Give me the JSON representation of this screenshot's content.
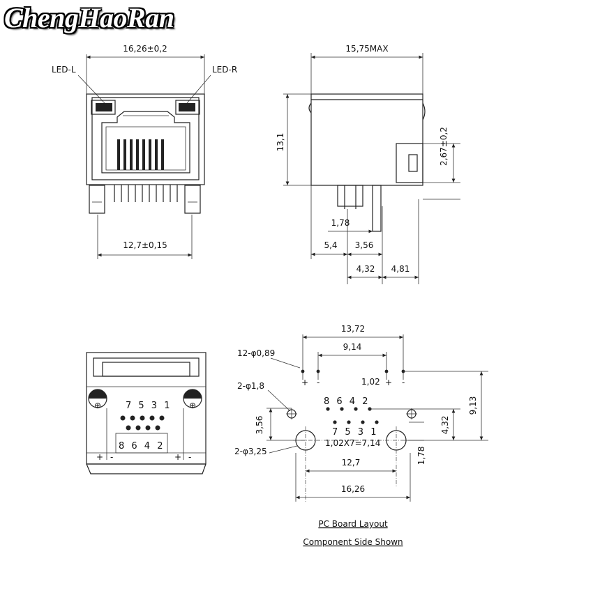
{
  "brand": "ChengHaoRan",
  "front_view": {
    "width_dim": "16,26±0,2",
    "led_left": "LED-L",
    "led_right": "LED-R",
    "pin_span": "12,7±0,15"
  },
  "side_view": {
    "width_max": "15,75MAX",
    "height": "13,1",
    "led_height": "2,67±0,2",
    "d1": "1,78",
    "d2": "5,4",
    "d3": "3,56",
    "d4": "4,32",
    "d5": "4,81"
  },
  "bottom_view": {
    "top_pins": "7 5 3 1",
    "bottom_pins": "8 6 4 2",
    "plus": "+",
    "minus": "-"
  },
  "pcb_layout": {
    "d_13_72": "13,72",
    "d_9_14": "9,14",
    "hole_small": "12-φ0,89",
    "d_1_02": "1,02",
    "hole_led": "2-φ1,8",
    "d_3_56": "3,56",
    "hole_big": "2-φ3,25",
    "pin_pitch": "1,02X7=7,14",
    "d_12_7": "12,7",
    "d_1_78": "1,78",
    "d_16_26": "16,26",
    "d_4_32": "4,32",
    "d_9_13": "9,13",
    "row_top": "8 6 4 2",
    "row_bot": "7 5 3 1",
    "title1": "PC Board Layout",
    "title2": "Component Side Shown"
  }
}
